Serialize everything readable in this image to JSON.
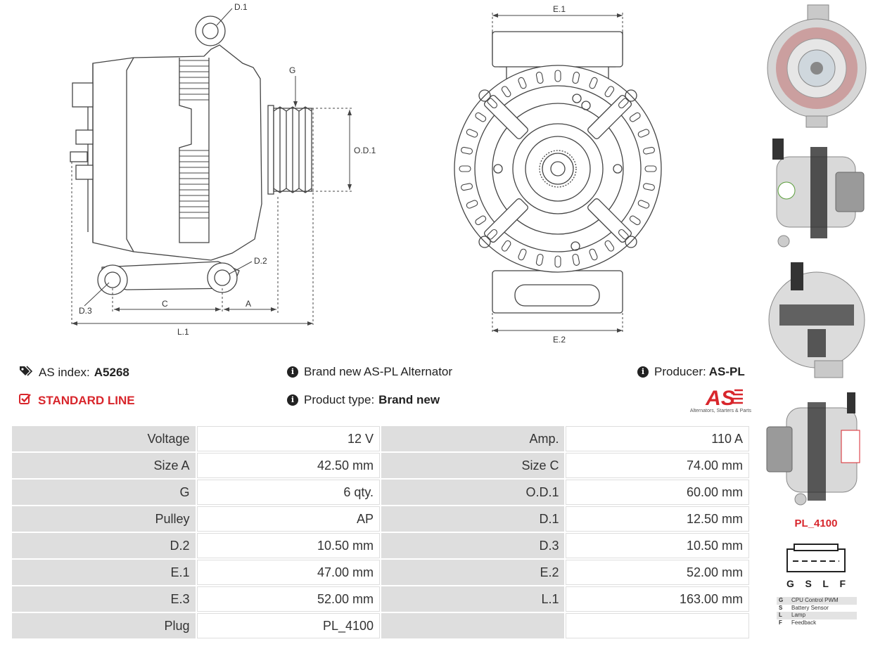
{
  "dimension_labels": {
    "d1": "D.1",
    "g": "G",
    "od1": "O.D.1",
    "d2": "D.2",
    "d3": "D.3",
    "c": "C",
    "a": "A",
    "l1": "L.1",
    "e1": "E.1",
    "e2": "E.2"
  },
  "info": {
    "as_index_label": "AS index:",
    "as_index_value": "A5268",
    "brand_text": "Brand new AS-PL Alternator",
    "producer_label": "Producer:",
    "producer_value": "AS-PL",
    "line_label": "STANDARD LINE",
    "product_type_label": "Product type:",
    "product_type_value": "Brand new"
  },
  "logo": {
    "text": "AS",
    "tagline": "Alternators, Starters & Parts"
  },
  "specs": [
    {
      "l1": "Voltage",
      "v1": "12 V",
      "l2": "Amp.",
      "v2": "110 A"
    },
    {
      "l1": "Size A",
      "v1": "42.50 mm",
      "l2": "Size C",
      "v2": "74.00 mm"
    },
    {
      "l1": "G",
      "v1": "6 qty.",
      "l2": "O.D.1",
      "v2": "60.00 mm"
    },
    {
      "l1": "Pulley",
      "v1": "AP",
      "l2": "D.1",
      "v2": "12.50 mm"
    },
    {
      "l1": "D.2",
      "v1": "10.50 mm",
      "l2": "D.3",
      "v2": "10.50 mm"
    },
    {
      "l1": "E.1",
      "v1": "47.00 mm",
      "l2": "E.2",
      "v2": "52.00 mm"
    },
    {
      "l1": "E.3",
      "v1": "52.00 mm",
      "l2": "L.1",
      "v2": "163.00 mm"
    },
    {
      "l1": "Plug",
      "v1": "PL_4100",
      "l2": "",
      "v2": ""
    }
  ],
  "plug": {
    "name": "PL_4100",
    "letters": [
      "G",
      "S",
      "L",
      "F"
    ],
    "legend": [
      {
        "key": "G",
        "desc": "CPU Control PWM"
      },
      {
        "key": "S",
        "desc": "Battery Sensor"
      },
      {
        "key": "L",
        "desc": "Lamp"
      },
      {
        "key": "F",
        "desc": "Feedback"
      }
    ]
  },
  "colors": {
    "accent_red": "#d8262c",
    "label_gray": "#dedede"
  }
}
